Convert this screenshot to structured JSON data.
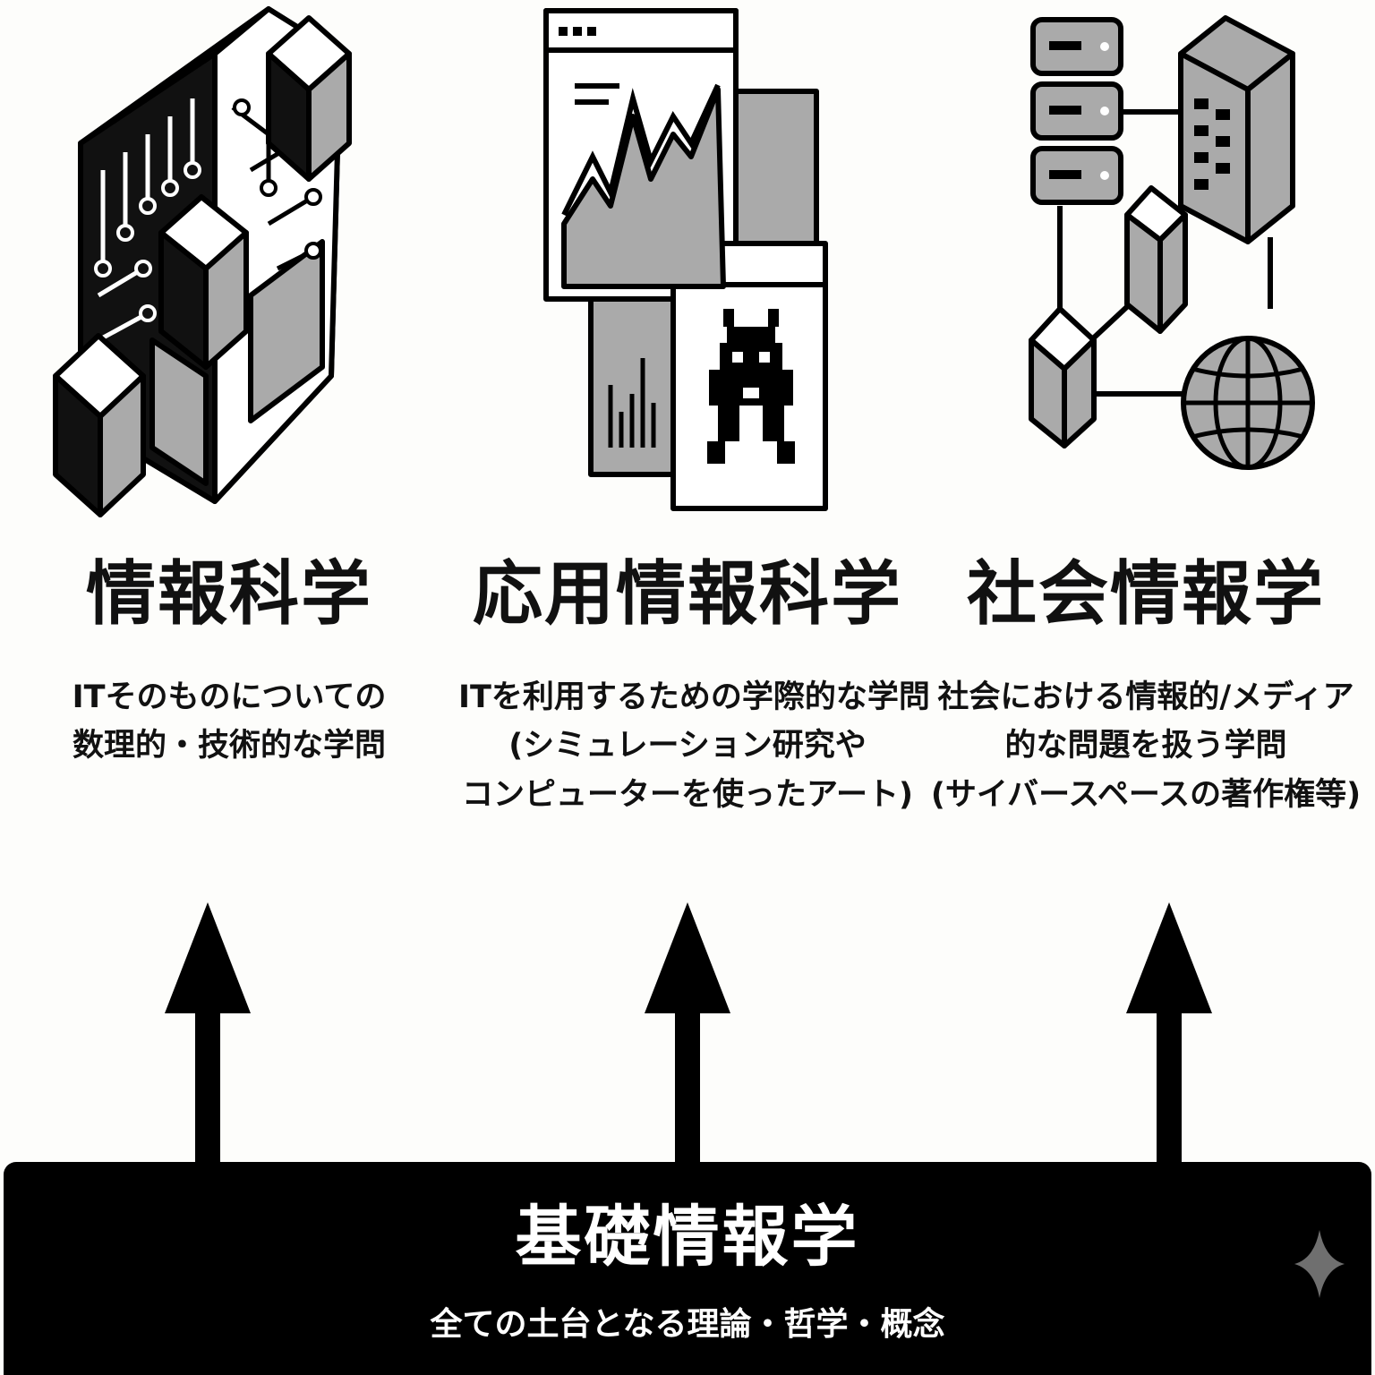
{
  "columns": [
    {
      "title": "情報科学",
      "desc": [
        "ITそのものについての",
        "数理的・技術的な学問"
      ],
      "icon": "circuit-blocks-icon"
    },
    {
      "title": "応用情報科学",
      "desc": [
        "ITを利用するための学際的な学問",
        "(シミュレーション研究や",
        "コンピューターを使ったアート)"
      ],
      "icon": "windows-chart-invader-icon"
    },
    {
      "title": "社会情報学",
      "desc": [
        "社会における情報的/メディア",
        "的な問題を扱う学問",
        "(サイバースペースの著作権等)"
      ],
      "icon": "network-server-globe-icon"
    }
  ],
  "foundation": {
    "title": "基礎情報学",
    "subtitle": "全ての土台となる理論・哲学・概念"
  },
  "colors": {
    "background": "#fdfdfb",
    "ink": "#000000",
    "gray": "#a9a9a9",
    "band": "#000000"
  }
}
